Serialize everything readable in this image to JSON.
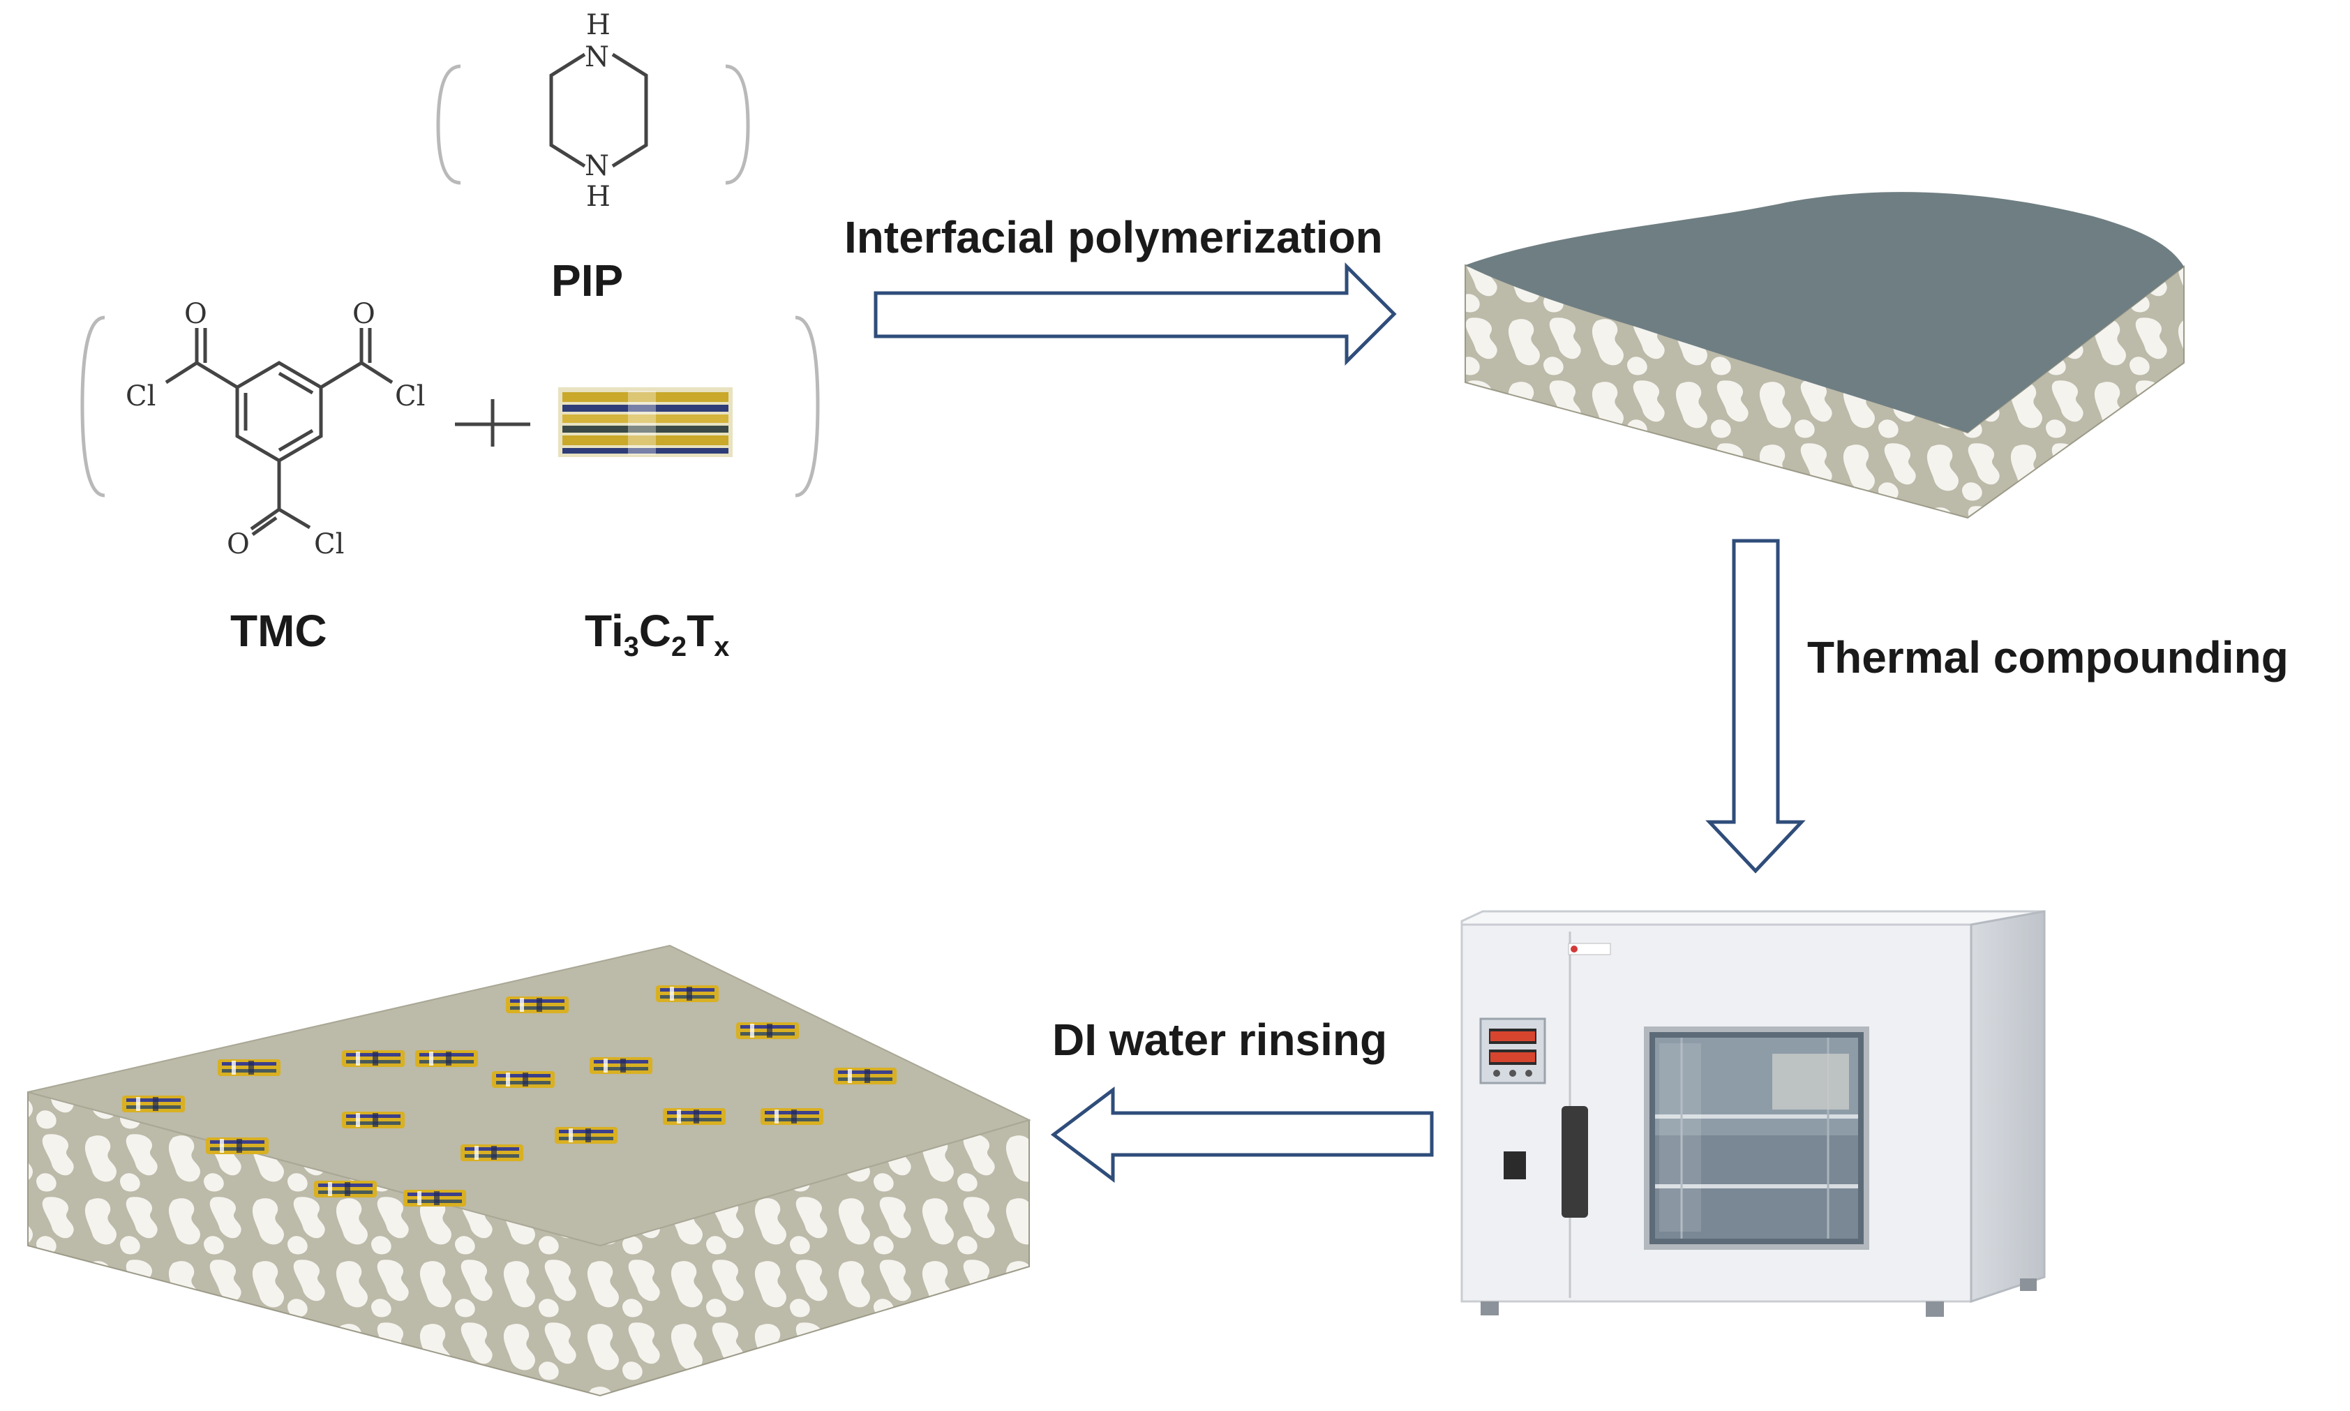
{
  "reagents": {
    "pip": {
      "label": "PIP",
      "atom_top": "H",
      "atom_bottom": "H",
      "n_top": "N",
      "n_bottom": "N"
    },
    "tmc": {
      "label": "TMC",
      "atoms": {
        "O": "O",
        "Cl": "Cl"
      }
    },
    "plus": "+",
    "mxene": {
      "label": {
        "a": "Ti",
        "b": "3",
        "c": "C",
        "d": "2",
        "e": "T",
        "f": "x"
      }
    }
  },
  "steps": {
    "step1": "Interfacial polymerization",
    "step2": "Thermal compounding",
    "step3": "DI water rinsing"
  },
  "colors": {
    "coating": "#6f7e82",
    "substrate": "#bcbaa8",
    "pores": "#f4f3ee",
    "arrow": "#2f4d7a",
    "oven_body": "#eef0f3",
    "flake_gold": "#d9b021"
  }
}
